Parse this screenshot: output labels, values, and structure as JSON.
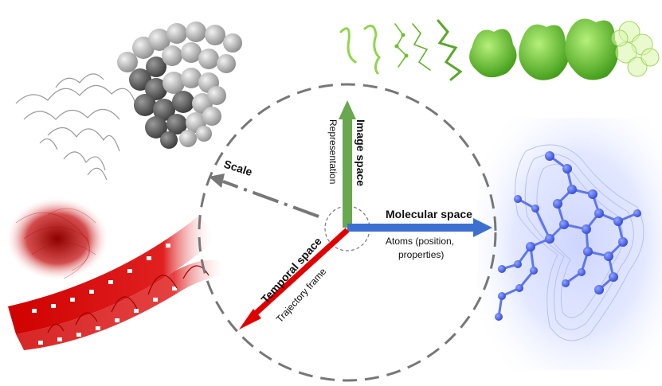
{
  "diagram": {
    "axes": {
      "image_space": {
        "label": "Image space",
        "sublabel": "Representation",
        "color": "#6aa84f"
      },
      "molecular_space": {
        "label": "Molecular space",
        "sublabel_line1": "Atoms (position,",
        "sublabel_line2": "properties)",
        "color": "#3c6fcf"
      },
      "temporal_space": {
        "label": "Temporal space",
        "sublabel": "Trajectory frame",
        "color": "#e00000"
      },
      "scale": {
        "label": "Scale",
        "color": "#777777"
      }
    },
    "panels": {
      "representation_strip": {
        "icon": "molecule-representations",
        "color": "#7ac943"
      },
      "protein_scale": {
        "icon": "protein-structures",
        "color": "#8a8a8a"
      },
      "film_trajectory": {
        "icon": "film-strip-trajectory",
        "color": "#d00000"
      },
      "molecule_field": {
        "icon": "molecule-density-field",
        "color": "#3f5ee0"
      }
    }
  }
}
